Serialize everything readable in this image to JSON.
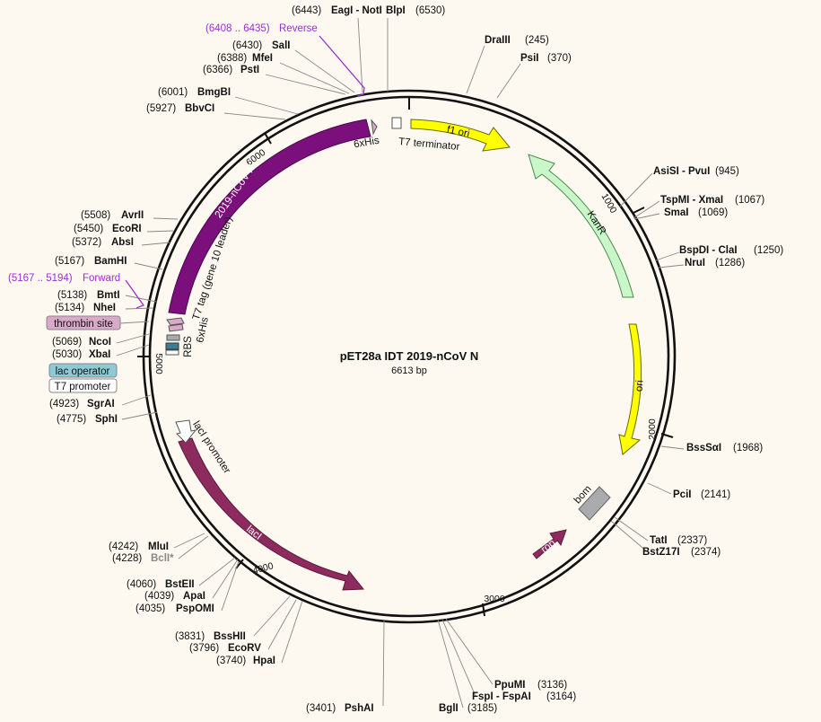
{
  "plasmid": {
    "name": "pET28a IDT 2019-nCoV N",
    "length_label": "6613 bp"
  },
  "ticks": [
    "1000",
    "2000",
    "3000",
    "4000",
    "5000",
    "6000"
  ],
  "sites": {
    "eagi_noti": {
      "num": "(6443)",
      "name": "EagI - NotI"
    },
    "blpi": {
      "num": "(6530)",
      "name": "BlpI"
    },
    "reverse": {
      "range": "(6408 .. 6435)",
      "name": "Reverse"
    },
    "sali": {
      "num": "(6430)",
      "name": "SalI"
    },
    "mfei": {
      "num": "(6388)",
      "name": "MfeI"
    },
    "psti": {
      "num": "(6366)",
      "name": "PstI"
    },
    "bmgbi": {
      "num": "(6001)",
      "name": "BmgBI"
    },
    "bbvci": {
      "num": "(5927)",
      "name": "BbvCI"
    },
    "draiii": {
      "num": "(245)",
      "name": "DraIII"
    },
    "psii": {
      "num": "(370)",
      "name": "PsiI"
    },
    "asisi_pvui": {
      "num": "(945)",
      "name": "AsiSI - PvuI"
    },
    "tspmi_xmai": {
      "num": "(1067)",
      "name": "TspMI - XmaI"
    },
    "smai": {
      "num": "(1069)",
      "name": "SmaI"
    },
    "bspdi_clai": {
      "num": "(1250)",
      "name": "BspDI - ClaI"
    },
    "nrui": {
      "num": "(1286)",
      "name": "NruI"
    },
    "avrii": {
      "num": "(5508)",
      "name": "AvrII"
    },
    "ecori": {
      "num": "(5450)",
      "name": "EcoRI"
    },
    "absi": {
      "num": "(5372)",
      "name": "AbsI"
    },
    "bamhi": {
      "num": "(5167)",
      "name": "BamHI"
    },
    "forward": {
      "range": "(5167 .. 5194)",
      "name": "Forward"
    },
    "bmti": {
      "num": "(5138)",
      "name": "BmtI"
    },
    "nhei": {
      "num": "(5134)",
      "name": "NheI"
    },
    "ncoi": {
      "num": "(5069)",
      "name": "NcoI"
    },
    "xbai": {
      "num": "(5030)",
      "name": "XbaI"
    },
    "sgrai": {
      "num": "(4923)",
      "name": "SgrAI"
    },
    "sphi": {
      "num": "(4775)",
      "name": "SphI"
    },
    "bsssai": {
      "num": "(1968)",
      "name": "BssSαI"
    },
    "pcii": {
      "num": "(2141)",
      "name": "PciI"
    },
    "tati": {
      "num": "(2337)",
      "name": "TatI"
    },
    "bstz17i": {
      "num": "(2374)",
      "name": "BstZ17I"
    },
    "mlui": {
      "num": "(4242)",
      "name": "MluI"
    },
    "bcli": {
      "num": "(4228)",
      "name": "BclI*"
    },
    "bsteii": {
      "num": "(4060)",
      "name": "BstEII"
    },
    "apai": {
      "num": "(4039)",
      "name": "ApaI"
    },
    "pspomi": {
      "num": "(4035)",
      "name": "PspOMI"
    },
    "psshii": {
      "num": "(3831)",
      "name": "BssHII"
    },
    "ecorv": {
      "num": "(3796)",
      "name": "EcoRV"
    },
    "hpai": {
      "num": "(3740)",
      "name": "HpaI"
    },
    "pshai": {
      "num": "(3401)",
      "name": "PshAI"
    },
    "ppumi": {
      "num": "(3136)",
      "name": "PpuMI"
    },
    "fspi_fspai": {
      "num": "(3164)",
      "name": "FspI - FspAI"
    },
    "bgli": {
      "num": "(3185)",
      "name": "BglI"
    }
  },
  "features": {
    "thrombin": "thrombin site",
    "lac_operator": "lac operator",
    "t7_promoter": "T7 promoter",
    "f1_ori": "f1 ori",
    "kanr": "KanR",
    "ori": "ori",
    "bom": "bom",
    "rop": "rop",
    "laci": "lacI",
    "laci_promoter": "lacI promoter",
    "ncov_n": "2019-nCoV N",
    "t7_tag": "T7 tag (gene 10 leader)",
    "his_top": "6xHis",
    "t7_terminator": "T7 terminator",
    "rbs": "RBS",
    "his_left": "6xHis"
  },
  "colors": {
    "ncov_n": "#7b0f7b",
    "laci": "#8e2b5e",
    "rop": "#8e2b5e",
    "f1_ori": "#ffff00",
    "ori": "#ffff00",
    "kanr": "#c9f7c9",
    "bom": "#a9abaf",
    "thrombin": "#d9a9c9",
    "lac_operator": "#8ec9d6",
    "reverse_primer": "#9b30d0",
    "background": "#fdf9f0"
  }
}
